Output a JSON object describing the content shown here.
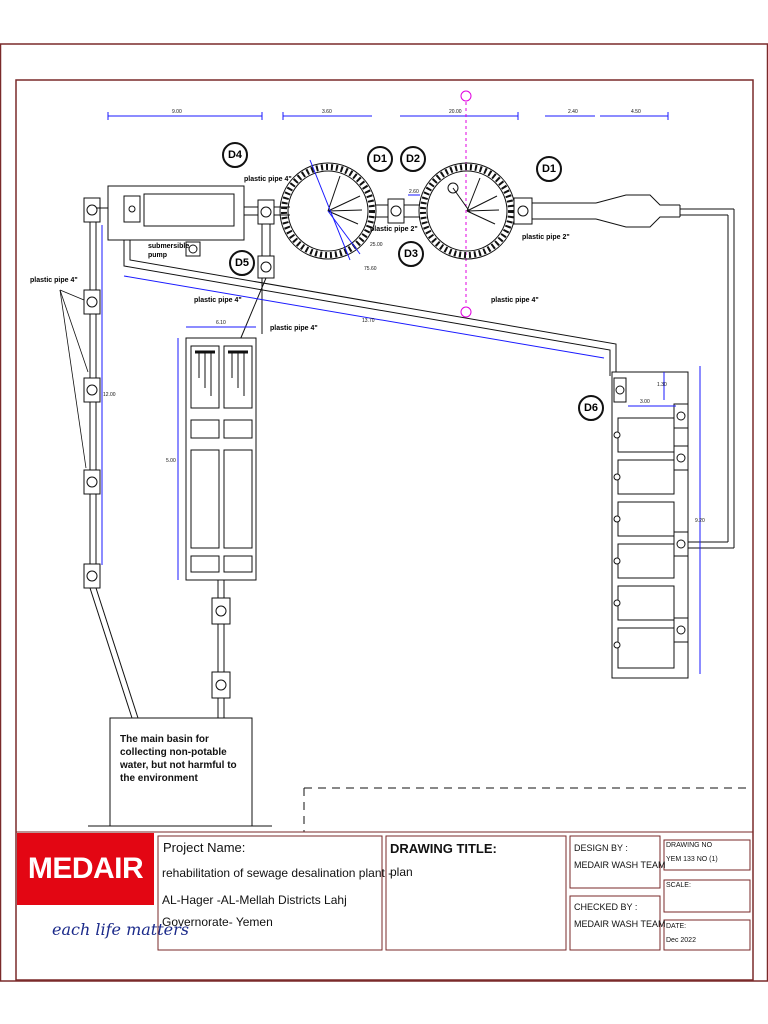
{
  "labels": {
    "pipe_4_left": "plastic pipe 4\"",
    "pipe_4_top": "plastic pipe 4\"",
    "pipe_4_mid": "plastic pipe 4\"",
    "pipe_4_right": "plastic pipe 4\"",
    "pipe_4_tank": "plastic pipe 4\"",
    "pipe_2_mid": "plastic pipe 2\"",
    "pipe_2_right": "plastic pipe 2\"",
    "submersible_pump": "submersible pump",
    "basin_note": "The main basin for collecting non-potable water, but not harmful to the environment"
  },
  "markers": {
    "d1a": "D1",
    "d1b": "D1",
    "d2": "D2",
    "d3": "D3",
    "d4": "D4",
    "d5": "D5",
    "d6": "D6"
  },
  "dims": {
    "d_top_left": "9.00",
    "d_top_1": "3.60",
    "d_top_2": "20.00",
    "d_top_3": "2.40",
    "d_top_4": "4.50",
    "d_left_vert": "12.00",
    "d_diag": "13.70",
    "d_tank_w": "6.10",
    "d_tank_h": "5.00",
    "d_gap": "2.60",
    "d_r1": "25.00",
    "d_r2": "75.60",
    "d_right_top": "1.30",
    "d_right_w": "3.00",
    "d_right_h": "9.20"
  },
  "title_block": {
    "brand": "MEDAIR",
    "tagline": "each life matters",
    "project_label": "Project Name:",
    "project_line1": "rehabilitation of sewage desalination plant  -",
    "project_line2": "AL-Hager -AL-Mellah Districts  Lahj",
    "project_line3": "Governorate- Yemen",
    "drawing_title_label": "DRAWING TITLE:",
    "drawing_title": "plan",
    "design_by_label": "DESIGN BY :",
    "design_by": "MEDAIR WASH TEAM",
    "checked_by_label": "CHECKED BY :",
    "checked_by": "MEDAIR WASH TEAM",
    "drawing_no_label": "DRAWING NO",
    "drawing_no": "YEM 133 NO (1)",
    "scale_label": "SCALE:",
    "scale": "",
    "date_label": "DATE:",
    "date": "Dec 2022"
  },
  "colors": {
    "brand_red": "#e30613",
    "border": "#7a2a2a",
    "dimension": "#1a1aff",
    "marker_magenta": "#e000e0"
  }
}
